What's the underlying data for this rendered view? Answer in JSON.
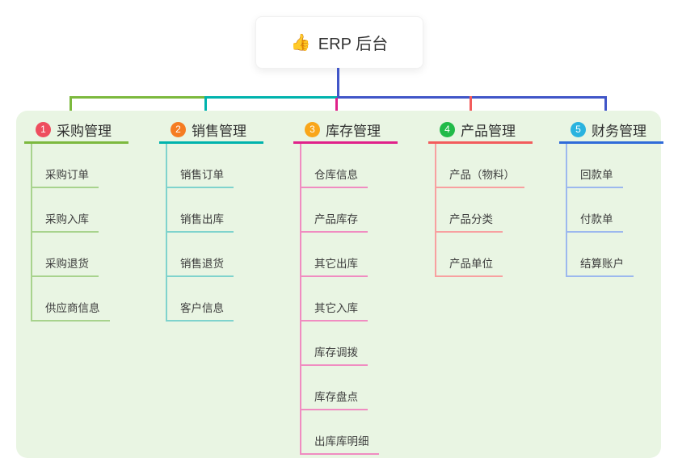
{
  "root": {
    "icon": "👍",
    "title": "ERP 后台"
  },
  "colors": {
    "canvas_bg": "#ffffff",
    "panel_bg": "#e9f5e3",
    "main_connector_blue": "#4156c8",
    "branch_green": "#7cb93e",
    "branch_green_light": "#a8d38d",
    "branch_teal": "#00b3ad",
    "branch_teal_light": "#7fd3cd",
    "branch_magenta": "#e0218a",
    "branch_magenta_light": "#f08cc1",
    "branch_red": "#f25c5c",
    "branch_red_light": "#f8a0a0",
    "branch_blue": "#2f6bd9",
    "branch_blue_light": "#9cb8ee",
    "badge_1": "#ee4d5e",
    "badge_2": "#f57c22",
    "badge_3": "#f9a61a",
    "badge_4": "#22ba49",
    "badge_5": "#2ab3df"
  },
  "branches": [
    {
      "badge": "1",
      "label": "采购管理",
      "items": [
        "采购订单",
        "采购入库",
        "采购退货",
        "供应商信息"
      ]
    },
    {
      "badge": "2",
      "label": "销售管理",
      "items": [
        "销售订单",
        "销售出库",
        "销售退货",
        "客户信息"
      ]
    },
    {
      "badge": "3",
      "label": "库存管理",
      "items": [
        "仓库信息",
        "产品库存",
        "其它出库",
        "其它入库",
        "库存调拨",
        "库存盘点",
        "出库库明细"
      ]
    },
    {
      "badge": "4",
      "label": "产品管理",
      "items": [
        "产品（物料）",
        "产品分类",
        "产品单位"
      ]
    },
    {
      "badge": "5",
      "label": "财务管理",
      "items": [
        "回款单",
        "付款单",
        "结算账户"
      ]
    }
  ]
}
